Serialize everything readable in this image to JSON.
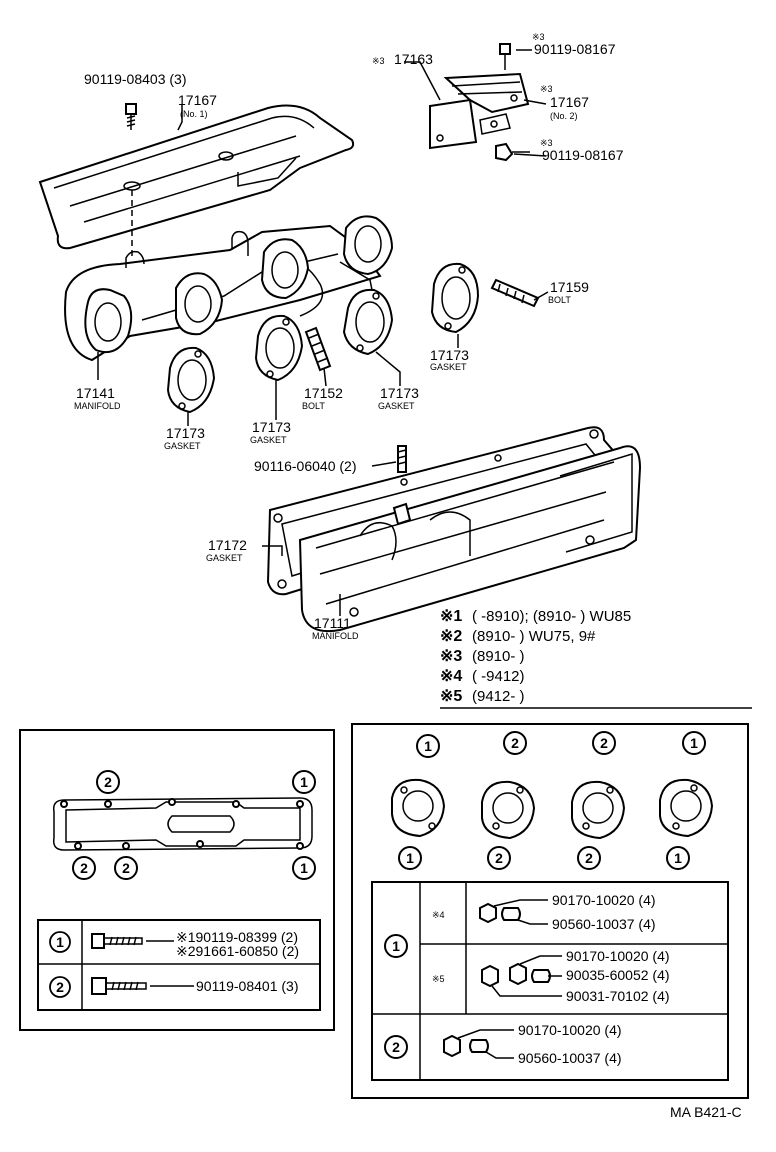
{
  "labels": {
    "p90119_08403": "90119-08403 (3)",
    "p17167": "17167",
    "p17167_sub": "(No. 1)",
    "p17163_mark": "※3",
    "p17163": "17163",
    "p90119_08167_a_mark": "※3",
    "p90119_08167_a": "90119-08167",
    "p17167_2_mark": "※3",
    "p17167_2": "17167",
    "p17167_2_sub": "(No. 2)",
    "p90119_08167_b_mark": "※3",
    "p90119_08167_b": "90119-08167",
    "p17159": "17159",
    "p17159_sub": "BOLT",
    "p17173_a": "17173",
    "p17173_a_sub": "GASKET",
    "p17141": "17141",
    "p17141_sub": "MANIFOLD",
    "p17152": "17152",
    "p17152_sub": "BOLT",
    "p17173_b": "17173",
    "p17173_b_sub": "GASKET",
    "p17173_c": "17173",
    "p17173_c_sub": "GASKET",
    "p17173_d": "17173",
    "p17173_d_sub": "GASKET",
    "p90116_06040": "90116-06040 (2)",
    "p17172": "17172",
    "p17172_sub": "GASKET",
    "p17111": "17111",
    "p17111_sub": "MANIFOLD"
  },
  "legend": [
    {
      "mark": "※1",
      "text": "(        -8910); (8910-        ) WU85"
    },
    {
      "mark": "※2",
      "text": "(8910-        ) WU75, 9#"
    },
    {
      "mark": "※3",
      "text": "(8910-        )"
    },
    {
      "mark": "※4",
      "text": "(        -9412)"
    },
    {
      "mark": "※5",
      "text": "(9412-        )"
    }
  ],
  "left_box": {
    "circ_top_left": "2",
    "circ_top_right": "1",
    "circ_bottom_a": "2",
    "circ_bottom_b": "2",
    "circ_bottom_right": "1",
    "rows": [
      {
        "circ": "1",
        "lines": [
          "※190119-08399 (2)",
          "※291661-60850 (2)"
        ]
      },
      {
        "circ": "2",
        "lines": [
          "90119-08401 (3)"
        ]
      }
    ]
  },
  "right_box": {
    "top_circs": [
      "1",
      "2",
      "2",
      "1"
    ],
    "bottom_circs": [
      "1",
      "2",
      "2",
      "1"
    ],
    "row1": {
      "circ": "1",
      "sub_a": {
        "mark": "※4",
        "lines": [
          "90170-10020 (4)",
          "90560-10037 (4)"
        ]
      },
      "sub_b": {
        "mark": "※5",
        "lines": [
          "90170-10020 (4)",
          "90035-60052 (4)",
          "90031-70102 (4)"
        ]
      }
    },
    "row2": {
      "circ": "2",
      "lines": [
        "90170-10020 (4)",
        "90560-10037 (4)"
      ]
    }
  },
  "footer_code": "MA B421-C"
}
